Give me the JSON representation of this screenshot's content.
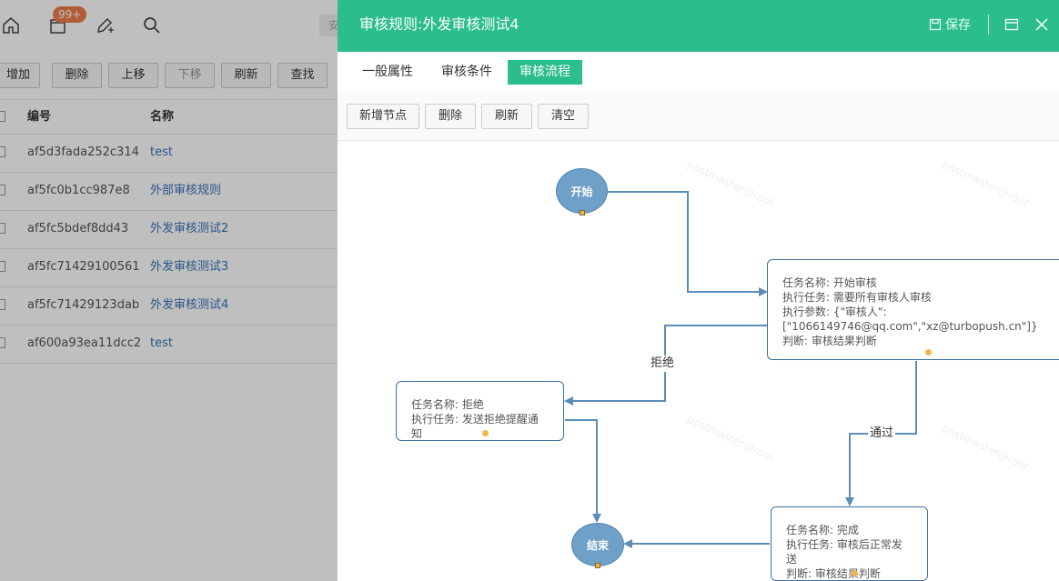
{
  "topbar": {
    "badge": "99+",
    "search_placeholder": "安"
  },
  "list_toolbar": {
    "add": "增加",
    "delete": "删除",
    "move_up": "上移",
    "move_down": "下移",
    "refresh": "刷新",
    "find": "查找"
  },
  "table": {
    "headers": {
      "code": "编号",
      "name": "名称"
    },
    "rows": [
      {
        "code": "af5d3fada252c314",
        "name": "test"
      },
      {
        "code": "af5fc0b1cc987e8",
        "name": "外部审核规则"
      },
      {
        "code": "af5fc5bdef8dd43",
        "name": "外发审核测试2"
      },
      {
        "code": "af5fc71429100561",
        "name": "外发审核测试3"
      },
      {
        "code": "af5fc71429123dab",
        "name": "外发审核测试4"
      },
      {
        "code": "af600a93ea11dcc2",
        "name": "test"
      }
    ]
  },
  "panel": {
    "title": "审核规则:外发审核测试4",
    "save_label": "保存",
    "tabs": [
      {
        "label": "一般属性",
        "active": false
      },
      {
        "label": "审核条件",
        "active": false
      },
      {
        "label": "审核流程",
        "active": true
      }
    ],
    "toolbar": {
      "add_node": "新增节点",
      "delete": "删除",
      "refresh": "刷新",
      "clear": "清空"
    }
  },
  "flow": {
    "start_label": "开始",
    "end_label": "结束",
    "tasks": [
      {
        "lines": [
          "任务名称: 开始审核",
          "执行任务: 需要所有审核人审核",
          "执行参数: {\"审核人\":",
          "[\"1066149746@qq.com\",\"xz@turbopush.cn\"]}",
          "判断: 审核结果判断"
        ]
      },
      {
        "lines": [
          "任务名称: 拒绝",
          "执行任务: 发送拒绝提醒通知"
        ]
      },
      {
        "lines": [
          "任务名称: 完成",
          "执行任务: 审核后正常发送",
          "判断: 审核结果判断"
        ]
      }
    ],
    "edge_labels": {
      "reject": "拒绝",
      "pass": "通过"
    }
  },
  "colors": {
    "header_green": "#2bbd8a",
    "node_blue": "#6fa0c8",
    "edge_blue": "#5b8db8",
    "link_blue": "#3873b8",
    "badge_orange": "#ed7d4a",
    "port_orange": "#f0b64a"
  }
}
